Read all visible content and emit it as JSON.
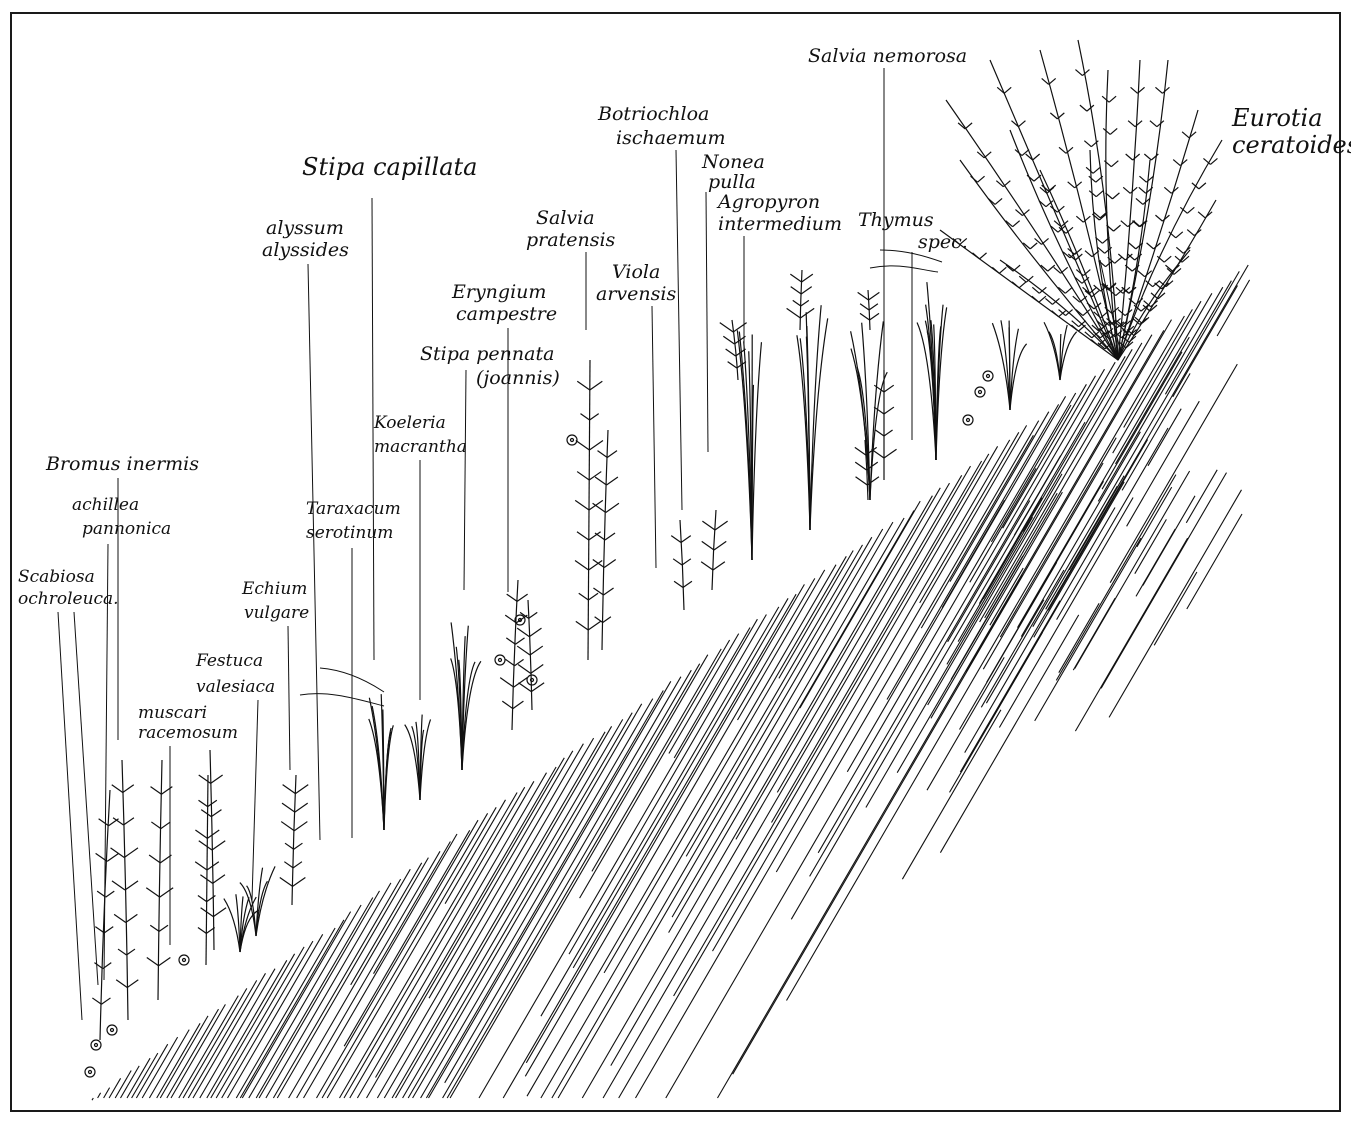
{
  "labels": {
    "salvia_nemorosa": "Salvia nemorosa",
    "eurotia_1": "Eurotia",
    "eurotia_2": "ceratoides",
    "botriochloa_1": "Botriochloa",
    "botriochloa_2": "ischaemum",
    "nonea_1": "Nonea",
    "nonea_2": "pulla",
    "agropyron_1": "Agropyron",
    "agropyron_2": "intermedium",
    "thymus_1": "Thymus",
    "thymus_2": "spec.",
    "stipa_capillata": "Stipa capillata",
    "alyssum_1": "alyssum",
    "alyssum_2": "alyssides",
    "salvia_pratensis_1": "Salvia",
    "salvia_pratensis_2": "pratensis",
    "viola_1": "Viola",
    "viola_2": "arvensis",
    "eryngium_1": "Eryngium",
    "eryngium_2": "campestre",
    "stipa_pennata_1": "Stipa pennata",
    "stipa_pennata_2": "(joannis)",
    "koeleria_1": "Koeleria",
    "koeleria_2": "macrantha",
    "bromus": "Bromus inermis",
    "achillea_1": "achillea",
    "achillea_2": "pannonica",
    "taraxacum_1": "Taraxacum",
    "taraxacum_2": "serotinum",
    "scabiosa_1": "Scabiosa",
    "scabiosa_2": "ochroleuca.",
    "echium_1": "Echium",
    "echium_2": "vulgare",
    "festuca_1": "Festuca",
    "festuca_2": "valesiaca",
    "muscari_1": "muscari",
    "muscari_2": "racemosum"
  },
  "colors": {
    "ink": "#111111",
    "background": "#ffffff"
  }
}
